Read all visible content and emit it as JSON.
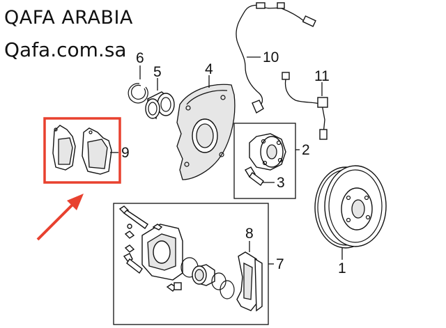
{
  "watermark": {
    "line1": "QAFA ARABIA",
    "line2": "Qafa.com.sa"
  },
  "highlight_color": "#e8412f",
  "callouts": {
    "c1": "1",
    "c2": "2",
    "c3": "3",
    "c4": "4",
    "c5": "5",
    "c6": "6",
    "c7": "7",
    "c8": "8",
    "c9": "9",
    "c10": "10",
    "c11": "11"
  }
}
